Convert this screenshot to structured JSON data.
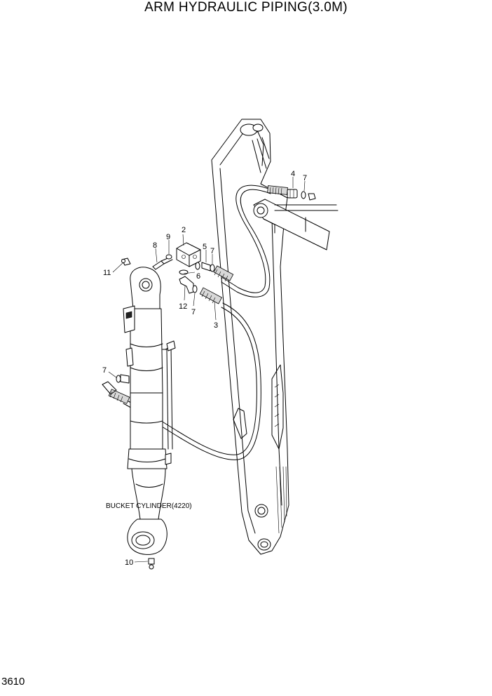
{
  "header": {
    "title": "ARM HYDRAULIC PIPING(3.0M)"
  },
  "footer": {
    "page_number": "3610"
  },
  "labels": {
    "component_bucket_cylinder": "BUCKET CYLINDER(4220)",
    "part_2": "2",
    "part_3": "3",
    "part_4": "4",
    "part_5": "5",
    "part_6": "6",
    "part_7_top": "7",
    "part_7_mid": "7",
    "part_7_low": "7",
    "part_7_left": "7",
    "part_8": "8",
    "part_9": "9",
    "part_10": "10",
    "part_11": "11",
    "part_12": "12"
  }
}
